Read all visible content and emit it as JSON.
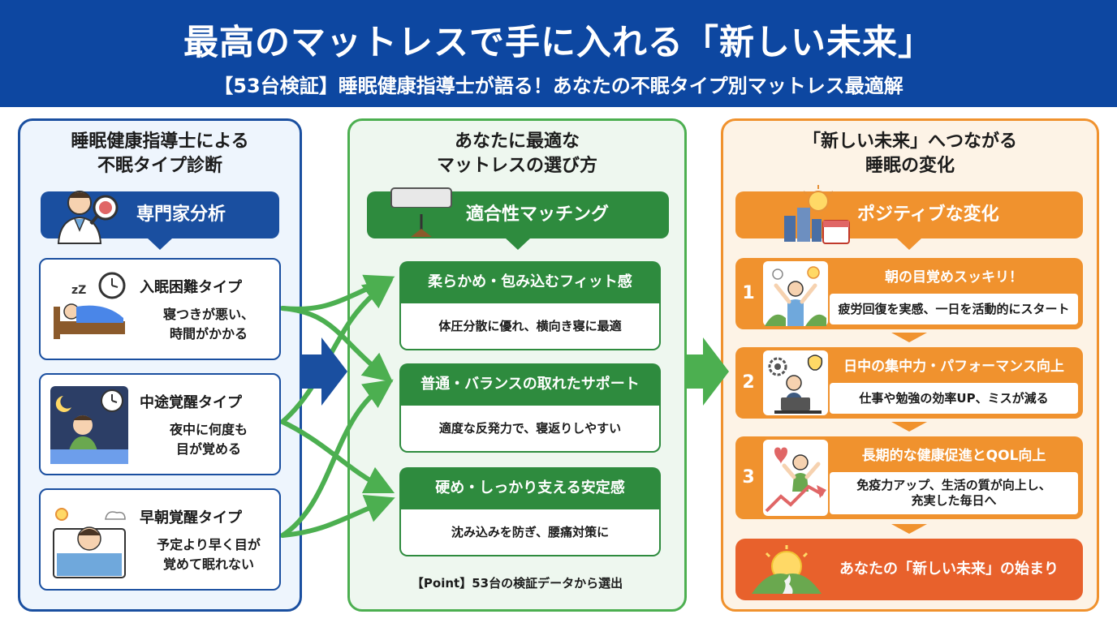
{
  "header": {
    "title": "最高のマットレスで手に入れる「新しい未来」",
    "subtitle": "【53台検証】睡眠健康指導士が語る！あなたの不眠タイプ別マットレス最適解"
  },
  "left": {
    "title_line1": "睡眠健康指導士による",
    "title_line2": "不眠タイプ診断",
    "banner": "専門家分析",
    "cards": [
      {
        "title": "入眠困難タイプ",
        "desc1": "寝つきが悪い、",
        "desc2": "時間がかかる"
      },
      {
        "title": "中途覚醒タイプ",
        "desc1": "夜中に何度も",
        "desc2": "目が覚める"
      },
      {
        "title": "早朝覚醒タイプ",
        "desc1": "予定より早く目が",
        "desc2": "覚めて眠れない"
      }
    ]
  },
  "middle": {
    "title_line1": "あなたに最適な",
    "title_line2": "マットレスの選び方",
    "banner": "適合性マッチング",
    "boxes": [
      {
        "title": "柔らかめ・包み込むフィット感",
        "desc": "体圧分散に優れ、横向き寝に最適"
      },
      {
        "title": "普通・バランスの取れたサポート",
        "desc": "適度な反発力で、寝返りしやすい"
      },
      {
        "title": "硬め・しっかり支える安定感",
        "desc": "沈み込みを防ぎ、腰痛対策に"
      }
    ],
    "point": "【Point】53台の検証データから選出"
  },
  "right": {
    "title_line1": "「新しい未来」へつながる",
    "title_line2": "睡眠の変化",
    "banner": "ポジティブな変化",
    "outcomes": [
      {
        "num": "1",
        "title": "朝の目覚めスッキリ！",
        "desc1": "疲労回復を実感、一日を活動的にスタート",
        "desc2": ""
      },
      {
        "num": "2",
        "title": "日中の集中力・パフォーマンス向上",
        "desc1": "仕事や勉強の効率UP、ミスが減る",
        "desc2": ""
      },
      {
        "num": "3",
        "title": "長期的な健康促進とQOL向上",
        "desc1": "免疫力アップ、生活の質が向上し、",
        "desc2": "充実した毎日へ"
      }
    ],
    "final": "あなたの「新しい未来」の始まり"
  },
  "colors": {
    "header_blue": "#0d47a1",
    "panel_blue": "#1a4fa0",
    "green": "#2e8b3e",
    "arrow_green": "#4caf50",
    "orange": "#f0922e",
    "final_orange": "#e8612c"
  }
}
